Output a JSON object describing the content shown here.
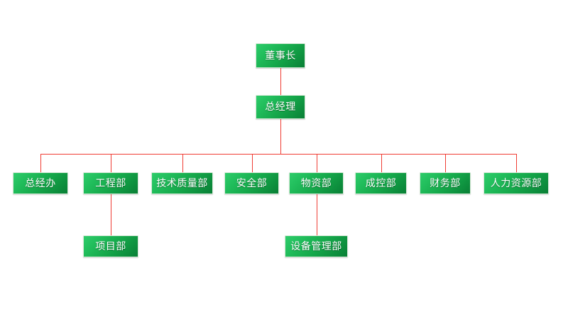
{
  "chart": {
    "type": "org-chart",
    "title": "",
    "line_color": "#ef3c33",
    "node_fill_light": "#2ecc6a",
    "node_fill_dark": "#0a7f36",
    "node_text_color": "#ffffff",
    "background": "#ffffff",
    "levels": [
      {
        "level": 1,
        "nodes": [
          {
            "id": "chairman",
            "label": "董事长"
          }
        ]
      },
      {
        "level": 2,
        "nodes": [
          {
            "id": "general-manager",
            "label": "总经理"
          }
        ]
      },
      {
        "level": 3,
        "nodes": [
          {
            "id": "gm-office",
            "label": "总经办"
          },
          {
            "id": "engineering-dept",
            "label": "工程部"
          },
          {
            "id": "tech-quality-dept",
            "label": "技术质量部"
          },
          {
            "id": "safety-dept",
            "label": "安全部"
          },
          {
            "id": "materials-dept",
            "label": "物资部"
          },
          {
            "id": "cost-control-dept",
            "label": "成控部"
          },
          {
            "id": "finance-dept",
            "label": "财务部"
          },
          {
            "id": "hr-dept",
            "label": "人力资源部"
          }
        ]
      },
      {
        "level": 4,
        "nodes": [
          {
            "id": "project-dept",
            "label": "项目部",
            "parent": "engineering-dept"
          },
          {
            "id": "equipment-mgmt-dept",
            "label": "设备管理部",
            "parent": "materials-dept"
          }
        ]
      }
    ],
    "edges": [
      {
        "from": "chairman",
        "to": "general-manager"
      },
      {
        "from": "general-manager",
        "to": "gm-office"
      },
      {
        "from": "general-manager",
        "to": "engineering-dept"
      },
      {
        "from": "general-manager",
        "to": "tech-quality-dept"
      },
      {
        "from": "general-manager",
        "to": "safety-dept"
      },
      {
        "from": "general-manager",
        "to": "materials-dept"
      },
      {
        "from": "general-manager",
        "to": "cost-control-dept"
      },
      {
        "from": "general-manager",
        "to": "finance-dept"
      },
      {
        "from": "general-manager",
        "to": "hr-dept"
      },
      {
        "from": "engineering-dept",
        "to": "project-dept"
      },
      {
        "from": "materials-dept",
        "to": "equipment-mgmt-dept"
      }
    ]
  }
}
